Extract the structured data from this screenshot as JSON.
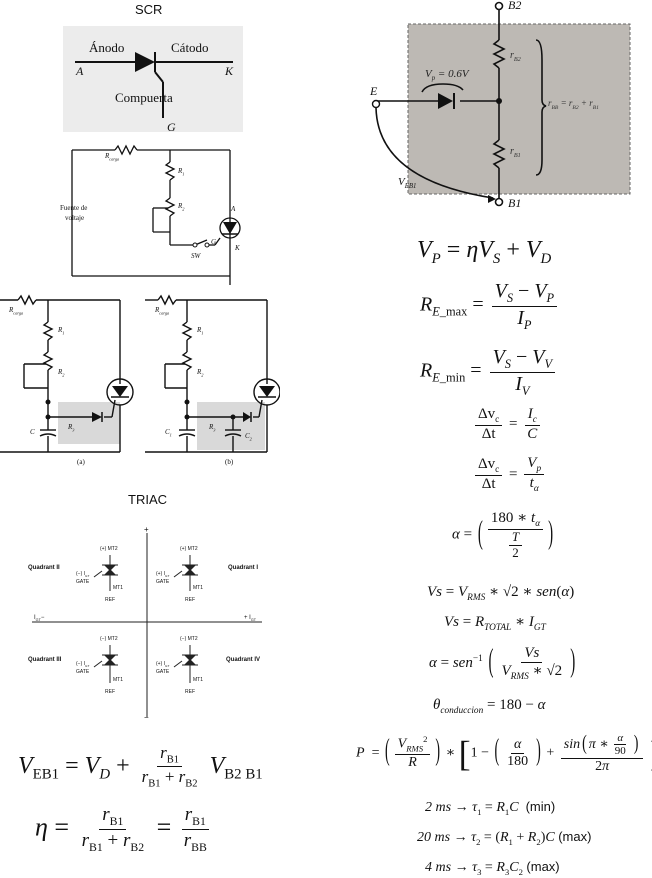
{
  "scr": {
    "title": "SCR",
    "anode": "Ánodo",
    "cathode": "Cátodo",
    "a": "A",
    "k": "K",
    "gate": "Compuerta",
    "g": "G"
  },
  "scr_circuit": {
    "rcarga": "R",
    "rcarga_sub": "carga",
    "source_line1": "Fuente de",
    "source_line2": "voltaje",
    "r1": "R",
    "r1_sub": "1",
    "r2": "R",
    "r2_sub": "2",
    "sw": "SW",
    "a": "A",
    "k": "K",
    "g": "G"
  },
  "circuit_ab": {
    "rcarga": "R",
    "rcarga_sub": "carga",
    "r1": "R",
    "r1_sub": "1",
    "r2": "R",
    "r2_sub": "2",
    "r3": "R",
    "r3_sub": "3",
    "c": "C",
    "c1": "C",
    "c1_sub": "1",
    "c2": "C",
    "c2_sub": "2",
    "label_a": "(a)",
    "label_b": "(b)"
  },
  "triac": {
    "title": "TRIAC",
    "q1": "Quadrant I",
    "q2": "Quadrant II",
    "q3": "Quadrant III",
    "q4": "Quadrant IV",
    "mt2_pos": "(+) MT2",
    "mt2_neg": "(−) MT2",
    "gate_pos": "(+) I",
    "gate_neg": "(−) I",
    "gt": "GT",
    "gate_label": "GATE",
    "mt1": "MT1",
    "ref": "REF",
    "axis_left": "I",
    "axis_left_sub": "GT",
    "axis_left_sign": "−",
    "axis_right": "+ I",
    "axis_right_sub": "GT",
    "plus": "+",
    "minus": "−"
  },
  "ujt": {
    "b2": "B2",
    "b1": "B1",
    "e": "E",
    "vp": "V",
    "vp_sub": "p",
    "vp_val": " = 0.6V",
    "rb2": "r",
    "rb2_sub": "B2",
    "rb1": "r",
    "rb1_sub": "B1",
    "rbb": "r",
    "rbb_sub": "BB",
    "rbb_eq": " = r",
    "rbb_b2": "B2",
    "rbb_plus": " + r",
    "rbb_b1": "B1",
    "veb1": "V",
    "veb1_sub": "EB1"
  },
  "equations": {
    "eq_vp": "V_P = ηV_S + V_D",
    "eq_remax": "R_E_max = (V_S − V_P) / I_P",
    "eq_remin": "R_E_min = (V_S − V_V) / I_V",
    "eq_dv1": "Δv_c/Δt = I_c/C",
    "eq_dv2": "Δv_c/Δt = V_p/t_α",
    "eq_alpha": "α = (180 * t_α)/(T/2)",
    "eq_vs1": "Vs = V_RMS * √2 * sen(α)",
    "eq_vs2": "Vs = R_TOTAL * I_GT",
    "eq_alpha2": "α = sen^-1 (Vs / (V_RMS * √2))",
    "eq_theta": "θ_conduccion = 180 − α",
    "eq_p": "P = (V_RMS^2 / R) * [1 − (α/180) + sin(π * α/90)/2π]",
    "eq_t1": "2 ms → τ1 = R1 C (min)",
    "eq_t2": "20 ms → τ2 = (R1 + R2)C (max)",
    "eq_t3": "4 ms → τ3 = R3 C2 (max)",
    "eq_veb1": "V_EB1 = V_D + r_B1/(r_B1 + r_B2) V_B2B1",
    "eq_eta": "η = r_B1/(r_B1 + r_B2) = r_B1/r_BB"
  },
  "text": {
    "min": "(min)",
    "max": "(max)",
    "ms2": "2 ms",
    "ms20": "20 ms",
    "ms4": "4 ms",
    "sen": "sen",
    "sin": "sin",
    "conduccion": "conduccion"
  }
}
